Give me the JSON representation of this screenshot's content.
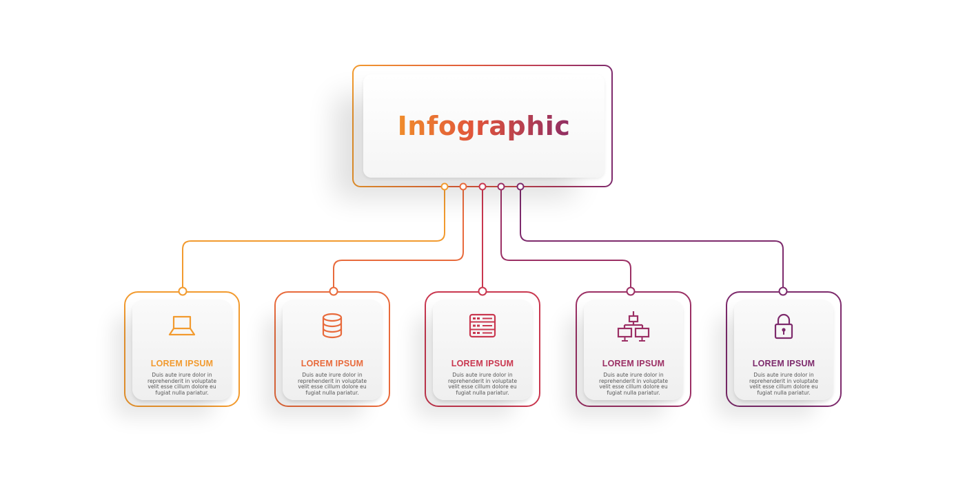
{
  "title": "Infographic",
  "colors": {
    "orange": "#f29a2e",
    "coral": "#e86a3b",
    "crimson": "#c9374f",
    "plum": "#9b2f64",
    "purple": "#7d2a6c"
  },
  "cards": [
    {
      "icon": "laptop-icon",
      "title": "LOREM IPSUM",
      "text": "Duis aute irure dolor in reprehenderit in voluptate velit esse cillum dolore eu fugiat nulla pariatur."
    },
    {
      "icon": "database-icon",
      "title": "LOREM IPSUM",
      "text": "Duis aute irure dolor in reprehenderit in voluptate velit esse cillum dolore eu fugiat nulla pariatur."
    },
    {
      "icon": "server-icon",
      "title": "LOREM IPSUM",
      "text": "Duis aute irure dolor in reprehenderit in voluptate velit esse cillum dolore eu fugiat nulla pariatur."
    },
    {
      "icon": "network-icon",
      "title": "LOREM IPSUM",
      "text": "Duis aute irure dolor in reprehenderit in voluptate velit esse cillum dolore eu fugiat nulla pariatur."
    },
    {
      "icon": "lock-icon",
      "title": "LOREM IPSUM",
      "text": "Duis aute irure dolor in reprehenderit in voluptate velit esse cillum dolore eu fugiat nulla pariatur."
    }
  ]
}
